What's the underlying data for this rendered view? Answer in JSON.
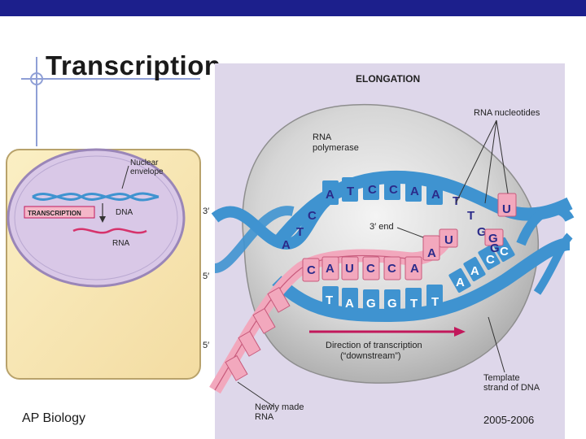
{
  "slide": {
    "title": "Transcription",
    "footer_left": "AP Biology",
    "footer_right": "2005-2006"
  },
  "inset": {
    "nuclear_envelope": [
      "Nuclear",
      "envelope"
    ],
    "dna": "DNA",
    "rna": "RNA",
    "process": "TRANSCRIPTION"
  },
  "main": {
    "heading": "ELONGATION",
    "rna_nucleotides": "RNA nucleotides",
    "rna_polymerase": [
      "RNA",
      "polymerase"
    ],
    "three_prime_end": "3′ end",
    "direction": [
      "Direction of transcription",
      "(“downstream”)"
    ],
    "template": [
      "Template",
      "strand of DNA"
    ],
    "newly_made": [
      "Newly made",
      "RNA"
    ],
    "end_labels": [
      "3′",
      "5′",
      "5′"
    ],
    "top_strand_bases": [
      "A",
      "T",
      "C",
      "C",
      "A",
      "A"
    ],
    "left_top_bases": [
      "A",
      "T",
      "C"
    ],
    "right_top_bases": [
      "T",
      "T",
      "G"
    ],
    "rna_bases": [
      "C",
      "A",
      "U",
      "C",
      "C",
      "A"
    ],
    "template_bases": [
      "T",
      "A",
      "G",
      "G",
      "T",
      "T"
    ],
    "right_template_bases": [
      "A",
      "A",
      "C",
      "C"
    ],
    "free_nucleotides": [
      "U",
      "U",
      "A",
      "G",
      "G"
    ]
  },
  "colors": {
    "topbar": "#1c1f8c",
    "dna_blue": "#3f93d0",
    "rna_pink": "#f2a8bd",
    "polymerase": "#d2d2d2",
    "panel": "#ded7ea"
  }
}
